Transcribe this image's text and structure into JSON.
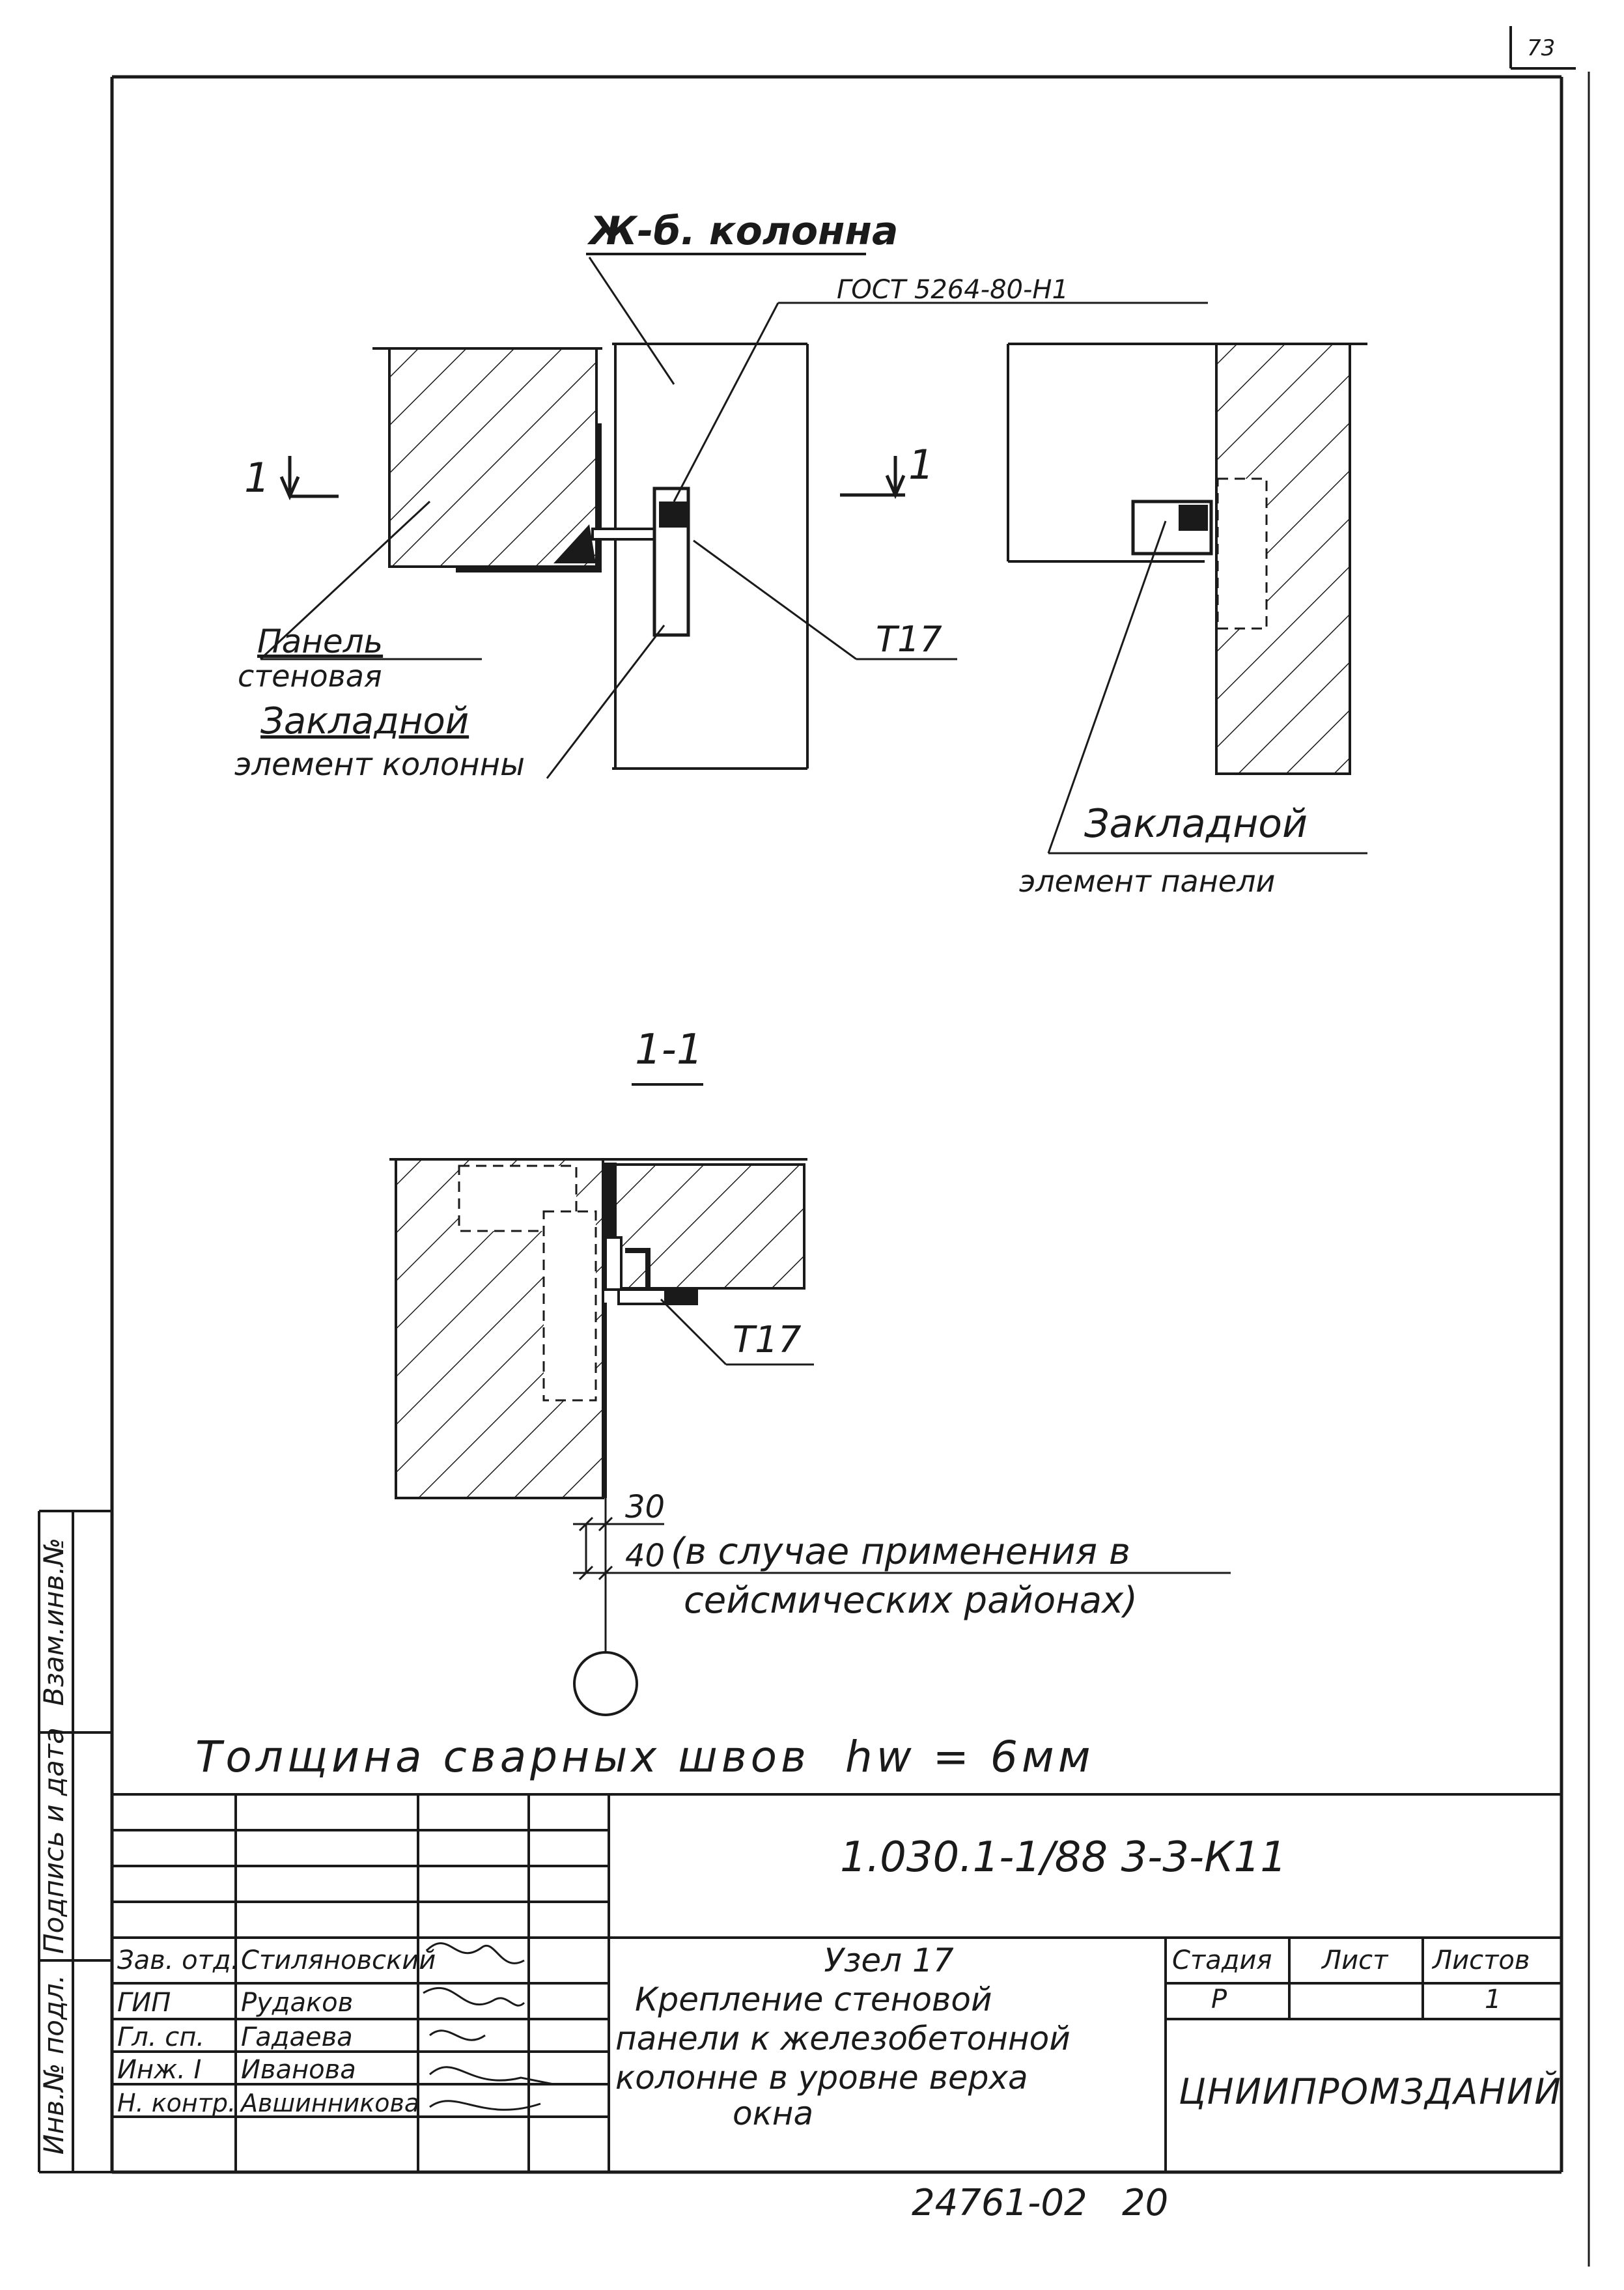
{
  "page_number": "73",
  "top_view": {
    "column_label": "Ж-б. колонна",
    "gost_label": "ГОСТ 5264-80-Н1",
    "section_mark_left": "1",
    "section_mark_right": "1",
    "panel_label_line1": "Панель",
    "panel_label_line2": "стеновая",
    "embed_col_line1": "Закладной",
    "embed_col_line2": "элемент колонны",
    "weld_t17": "Т17",
    "embed_panel_line1": "Закладной",
    "embed_panel_line2": "элемент панели"
  },
  "section_view": {
    "title": "1-1",
    "weld_t17": "Т17",
    "dim_30": "30",
    "dim_40": "40",
    "note_line1": "(в случае применения в",
    "note_line2": "сейсмических районах)"
  },
  "weld_note": "Толщина сварных швов  hw = 6мм",
  "side_stamp": {
    "col1": "Инв.№ подл.",
    "col2": "Подпись и дата",
    "col3": "Взам.инв.№"
  },
  "title_block": {
    "doc_code": "1.030.1-1/88 3-3-К11",
    "people": [
      {
        "role": "Зав. отд.",
        "name": "Стиляновский"
      },
      {
        "role": "ГИП",
        "name": "Рудаков"
      },
      {
        "role": "Гл. сп.",
        "name": "Гадаева"
      },
      {
        "role": "Инж. I",
        "name": "Иванова"
      },
      {
        "role": "Н. контр.",
        "name": "Авшинникова"
      }
    ],
    "title_lines": [
      "Узел 17",
      "Крепление стеновой",
      "панели к железобетонной",
      "колонне в уровне верха",
      "окна"
    ],
    "stage_header": "Стадия",
    "sheet_header": "Лист",
    "sheets_header": "Листов",
    "stage_value": "Р",
    "sheet_value": "",
    "sheets_value": "1",
    "organization": "ЦНИИПРОМЗДАНИЙ"
  },
  "bottom_code": "24761-02   20"
}
